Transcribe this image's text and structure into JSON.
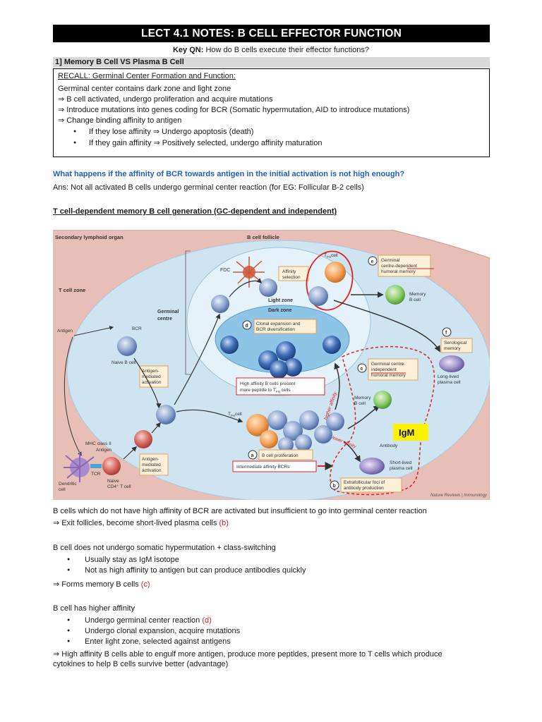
{
  "header": {
    "title": "LECT 4.1 NOTES: B CELL EFFECTOR FUNCTION",
    "key_qn_label": "Key QN:",
    "key_qn_text": "How do B cells execute their effector functions?"
  },
  "section1": {
    "heading": "1] Memory B Cell VS Plasma B Cell"
  },
  "recall": {
    "title": "RECALL: Germinal Center Formation and Function:",
    "lines": [
      "Germinal center contains dark zone and light zone",
      "⇒ B cell activated, undergo proliferation and acquire mutations",
      "⇒ Introduce mutations into genes coding for BCR (Somatic hypermutation, AID to introduce mutations)",
      "⇒ Change binding affinity to antigen"
    ],
    "bullets": [
      "If they lose affinity ⇒ Undergo apoptosis (death)",
      "If they gain affinity ⇒ Positively selected, undergo affinity maturation"
    ]
  },
  "question": {
    "text": "What happens if the affinity of BCR towards antigen in the initial activation is not high enough?",
    "answer": "Ans: Not all activated B cells undergo germinal center reaction (for EG: Follicular B-2 cells)"
  },
  "figure": {
    "heading": "T cell-dependent memory B cell generation (GC-dependent and independent)",
    "labels": {
      "secondary_lymphoid": "Secondary lymphoid organ",
      "b_cell_follicle": "B cell follicle",
      "t_cell_zone": "T cell zone",
      "germinal_centre": "Germinal",
      "germinal_centre2": "centre",
      "fdc": "FDC",
      "tfh": "T",
      "tfh_sub": "FH",
      "tfh_cell": "cell",
      "affinity_selection": "Affinity",
      "affinity_selection2": "selection",
      "light_zone": "Light zone",
      "dark_zone": "Dark zone",
      "clonal": "Clonal expansion and",
      "clonal2": "BCR diversification",
      "gc_dependent": "Germinal",
      "gc_dependent2": "centre-dependent",
      "gc_dependent3": "humoral memory",
      "memory_b": "Memory",
      "memory_b2": "B cell",
      "serological": "Serological",
      "serological2": "memory",
      "long_lived": "Long-lived",
      "long_lived2": "plasma cell",
      "antigen": "Antigen",
      "bcr": "BCR",
      "naive_b": "Naive B cell",
      "antigen_mediated": "Antigen-",
      "antigen_mediated2": "mediated",
      "antigen_mediated3": "activation",
      "high_affinity": "High affinity B cells present",
      "high_affinity2": "more peptide to T",
      "high_affinity2_sub": "FH",
      "high_affinity2_end": " cells",
      "gc_independent": "Germinal centre-",
      "gc_independent2": "independent",
      "gc_independent3": "humoral memory",
      "memory_b_lower": "Memory",
      "memory_b_lower2": "B cell",
      "igm": "IgM",
      "antibody": "Antibody",
      "short_lived": "Short-lived",
      "short_lived2": "plasma cell",
      "mhc": "MHC class II",
      "antigen2": "Antigen",
      "tcr": "TCR",
      "naive_cd4": "Naive",
      "naive_cd4b": "CD4⁺ T cell",
      "dendritic": "Dendritic",
      "dendritic2": "cell",
      "b_prolif": "B cell proliferation",
      "intermediate": "Intermediate affinity BCRs",
      "extrafollicular": "Extrafollicular foci of",
      "extrafollicular2": "antibody production",
      "higher_affinity": "higher affinity",
      "lower_affinity": "lower affinity",
      "tfh_lower": "T",
      "tfh_lower_sub": "FH",
      "tfh_lower_cell": "cell",
      "source": "Nature Reviews | Immunology",
      "a": "a",
      "b": "b",
      "c": "c",
      "d": "d",
      "e": "e",
      "f": "f"
    }
  },
  "body": {
    "p1": "B cells which do not have high affinity of BCR are activated but insufficient to go into germinal center reaction",
    "p2": "⇒ Exit follicles, become short-lived plasma cells ",
    "p2_ref": "(b)",
    "p3": "B cell does not undergo somatic hypermutation + class-switching",
    "p3_bullets": [
      "Usually stay as IgM isotope",
      "Not as high affinity to antigen but can produce antibodies quickly"
    ],
    "p4": "⇒ Forms memory B cells ",
    "p4_ref": "(c)",
    "p5": "B cell has higher affinity",
    "p5_b1": "Undergo germinal center reaction ",
    "p5_b1_ref": "(d)",
    "p5_b2": "Undergo clonal expansion, acquire mutations",
    "p5_b3": "Enter light zone, selected against antigens",
    "p6": "⇒ High affinity B cells able to engulf more antigen, produce more peptides, present more to T cells which produce",
    "p7": "cytokines to help B cells survive better (advantage)"
  }
}
